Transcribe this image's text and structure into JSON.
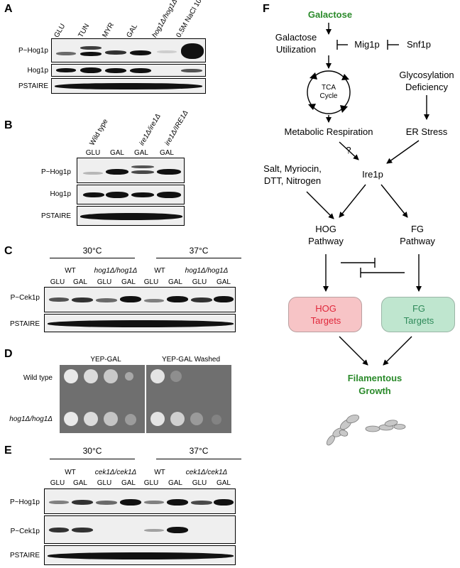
{
  "panel_A": {
    "letter": "A",
    "lanes": [
      "GLU",
      "TUN",
      "MYR",
      "GAL",
      "hog1Δ/hog1Δ",
      "0.5M NaCl 10min"
    ],
    "rows": [
      "P~Hog1p",
      "Hog1p",
      "PSTAIRE"
    ]
  },
  "panel_B": {
    "letter": "B",
    "strains": [
      "Wild type",
      "ire1Δ/ire1Δ",
      "ire1Δ/IRE1Δ"
    ],
    "lanes": [
      "GLU",
      "GAL",
      "GAL",
      "GAL"
    ],
    "rows": [
      "P~Hog1p",
      "Hog1p",
      "PSTAIRE"
    ]
  },
  "panel_C": {
    "letter": "C",
    "temps": [
      "30°C",
      "37°C"
    ],
    "strains": [
      "WT",
      "hog1Δ/hog1Δ",
      "WT",
      "hog1Δ/hog1Δ"
    ],
    "lanes": [
      "GLU",
      "GAL",
      "GLU",
      "GAL",
      "GLU",
      "GAL",
      "GLU",
      "GAL"
    ],
    "rows": [
      "P~Cek1p",
      "PSTAIRE"
    ]
  },
  "panel_D": {
    "letter": "D",
    "plates": [
      "YEP-GAL",
      "YEP-GAL Washed"
    ],
    "strains": [
      "Wild type",
      "hog1Δ/hog1Δ"
    ]
  },
  "panel_E": {
    "letter": "E",
    "temps": [
      "30°C",
      "37°C"
    ],
    "strains": [
      "WT",
      "cek1Δ/cek1Δ",
      "WT",
      "cek1Δ/cek1Δ"
    ],
    "lanes": [
      "GLU",
      "GAL",
      "GLU",
      "GAL",
      "GLU",
      "GAL",
      "GLU",
      "GAL"
    ],
    "rows": [
      "P~Hog1p",
      "P~Cek1p",
      "PSTAIRE"
    ]
  },
  "panel_F": {
    "letter": "F",
    "galactose": "Galactose",
    "galactose_utilization": "Galactose Utilization",
    "mig1p": "Mig1p",
    "snf1p": "Snf1p",
    "tca_cycle": "TCA Cycle",
    "glycosylation_deficiency": "Glycosylation Deficiency",
    "metabolic_respiration": "Metabolic Respiration",
    "er_stress": "ER Stress",
    "question": "?",
    "stressors": "Salt, Myriocin, DTT, Nitrogen",
    "ire1p": "Ire1p",
    "hog_pathway": "HOG Pathway",
    "fg_pathway": "FG Pathway",
    "hog_targets": "HOG Targets",
    "fg_targets": "FG Targets",
    "filamentous_growth": "Filamentous Growth",
    "colors": {
      "green_text": "#2a8a2a",
      "hog_text": "#e0263a",
      "hog_fill": "#f7c4c6",
      "fg_text": "#2f8a5a",
      "fg_fill": "#bfe6cf"
    }
  }
}
